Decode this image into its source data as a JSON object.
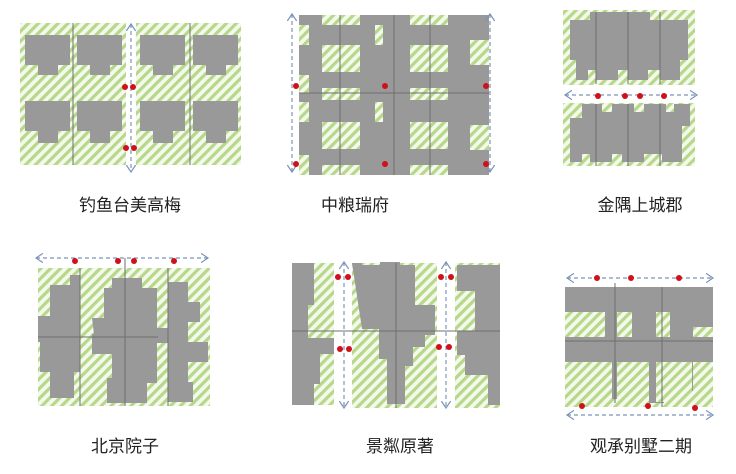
{
  "panels": [
    {
      "label": "钓鱼台美高梅"
    },
    {
      "label": "中粮瑞府"
    },
    {
      "label": "金隅上城郡"
    },
    {
      "label": "北京院子"
    },
    {
      "label": "景粼原著"
    },
    {
      "label": "观承别墅二期"
    }
  ],
  "colors": {
    "hatch": "#b6d88a",
    "building": "#999999",
    "arrow": "#7b95b8",
    "marker": "#d0101a"
  }
}
